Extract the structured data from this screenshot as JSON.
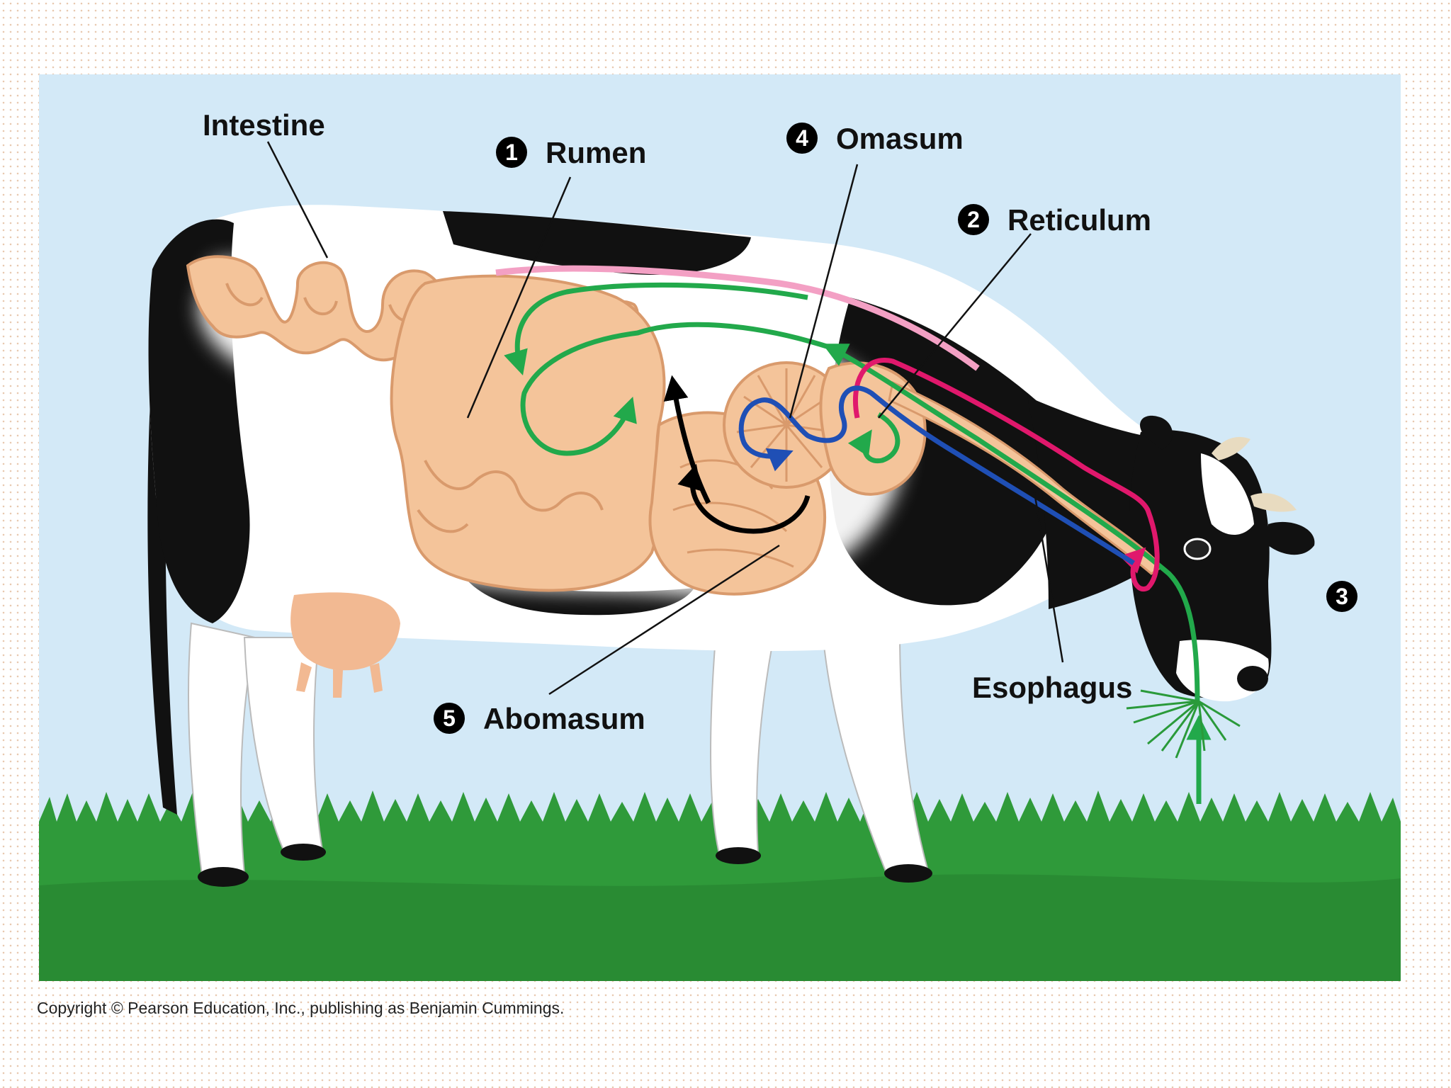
{
  "labels": {
    "intestine": "Intestine",
    "rumen": {
      "number": "1",
      "text": "Rumen"
    },
    "reticulum": {
      "number": "2",
      "text": "Reticulum"
    },
    "regurgitation": {
      "number": "3"
    },
    "omasum": {
      "number": "4",
      "text": "Omasum"
    },
    "abomasum": {
      "number": "5",
      "text": "Abomasum"
    },
    "esophagus": "Esophagus"
  },
  "copyright": "Copyright © Pearson Education, Inc., publishing as Benjamin Cummings.",
  "colors": {
    "sky": "#d3e9f7",
    "grass": "#2f9a3a",
    "organ": "#f4c49a",
    "cow_black": "#111111",
    "path_green": "#22a94b",
    "path_pink": "#e0186c",
    "path_blue": "#1f4fb5",
    "path_black": "#000000"
  }
}
